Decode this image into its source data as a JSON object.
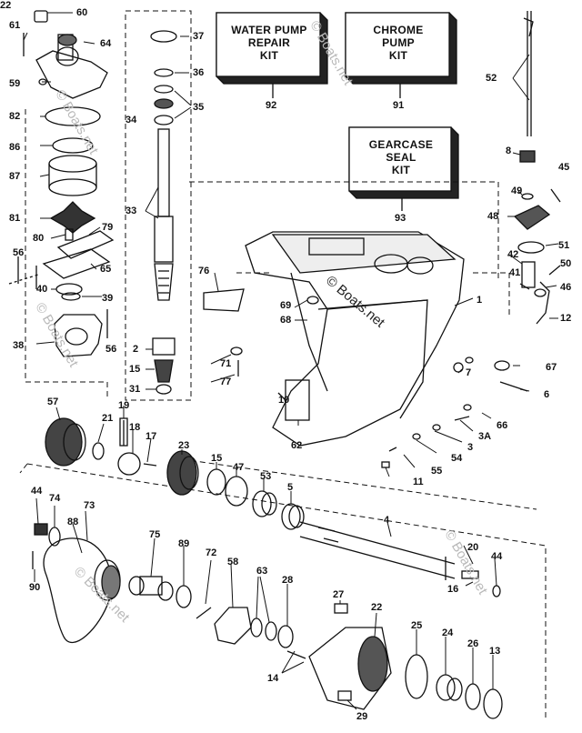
{
  "kits": [
    {
      "id": "water-pump",
      "lines": [
        "WATER PUMP",
        "REPAIR",
        "KIT"
      ],
      "ref": "92"
    },
    {
      "id": "chrome-pump",
      "lines": [
        "CHROME",
        "PUMP",
        "KIT"
      ],
      "ref": "91"
    },
    {
      "id": "gearcase-seal",
      "lines": [
        "GEARCASE",
        "SEAL",
        "KIT"
      ],
      "ref": "93"
    }
  ],
  "callouts": [
    "60",
    "61",
    "64",
    "59",
    "82",
    "86",
    "87",
    "81",
    "80",
    "79",
    "56",
    "65",
    "40",
    "39",
    "38",
    "56",
    "37",
    "36",
    "35",
    "34",
    "33",
    "2",
    "15",
    "31",
    "76",
    "69",
    "68",
    "71",
    "77",
    "1",
    "52",
    "8",
    "45",
    "49",
    "48",
    "42",
    "51",
    "50",
    "41",
    "46",
    "12",
    "67",
    "7",
    "6",
    "66",
    "3A",
    "3",
    "54",
    "55",
    "11",
    "10",
    "62",
    "57",
    "21",
    "19",
    "18",
    "17",
    "23",
    "15",
    "47",
    "53",
    "5",
    "4",
    "20",
    "44",
    "16",
    "44",
    "74",
    "73",
    "88",
    "90",
    "75",
    "89",
    "72",
    "58",
    "63",
    "28",
    "27",
    "22",
    "25",
    "24",
    "26",
    "13",
    "14",
    "29",
    "22"
  ],
  "watermark": "© Boats.net"
}
